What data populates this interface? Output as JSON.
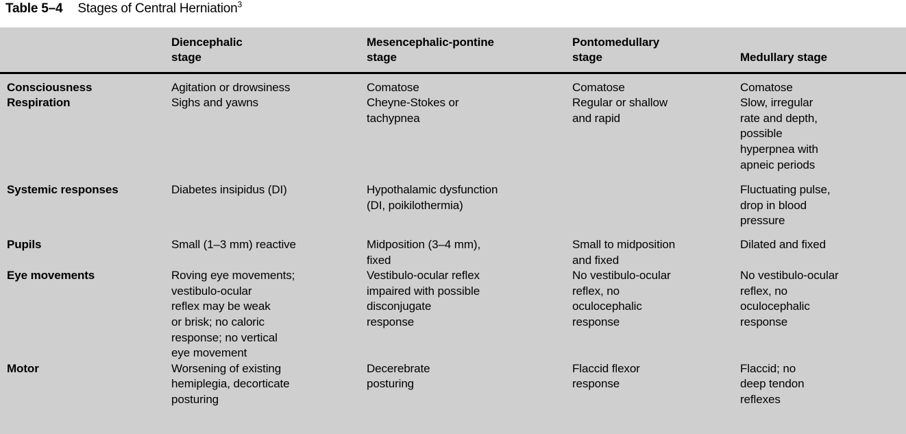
{
  "caption": {
    "label": "Table 5–4",
    "title": "Stages of Central Herniation",
    "footnote_marker": "3"
  },
  "colors": {
    "table_background": "#cfcfcf",
    "page_background": "#ffffff",
    "rule": "#000000",
    "text": "#000000"
  },
  "table": {
    "headers": [
      {
        "id": "measure",
        "label": ""
      },
      {
        "id": "diencephalic",
        "line1": "Diencephalic",
        "line2": "stage",
        "label": "Diencephalic stage"
      },
      {
        "id": "mesencephalic_pontine",
        "line1": "Mesencephalic-pontine",
        "line2": "stage",
        "label": "Mesencephalic-pontine stage"
      },
      {
        "id": "pontomedullary",
        "line1": "Pontomedullary",
        "line2": "stage",
        "label": "Pontomedullary stage"
      },
      {
        "id": "medullary",
        "line1": "",
        "line2": "Medullary stage",
        "label": "Medullary stage"
      }
    ],
    "rows": [
      {
        "label": "Consciousness",
        "diencephalic": [
          "Agitation or drowsiness"
        ],
        "mesencephalic_pontine": [
          "Comatose"
        ],
        "pontomedullary": [
          "Comatose"
        ],
        "medullary": [
          "Comatose"
        ]
      },
      {
        "label": "Respiration",
        "diencephalic": [
          "Sighs and yawns"
        ],
        "mesencephalic_pontine": [
          "Cheyne-Stokes or",
          "tachypnea"
        ],
        "pontomedullary": [
          "Regular or shallow",
          "and rapid"
        ],
        "medullary": [
          "Slow, irregular",
          "rate and depth,",
          "possible",
          "hyperpnea with",
          "apneic periods"
        ]
      },
      {
        "label": "Systemic responses",
        "diencephalic": [
          "Diabetes insipidus (DI)"
        ],
        "mesencephalic_pontine": [
          "Hypothalamic dysfunction",
          "(DI, poikilothermia)"
        ],
        "pontomedullary": [],
        "medullary": [
          "Fluctuating pulse,",
          "drop in blood",
          "pressure"
        ]
      },
      {
        "label": "Pupils",
        "diencephalic": [
          "Small (1–3 mm) reactive"
        ],
        "mesencephalic_pontine": [
          "Midposition (3–4 mm),",
          "fixed"
        ],
        "pontomedullary": [
          "Small to midposition",
          "and fixed"
        ],
        "medullary": [
          "Dilated and fixed"
        ]
      },
      {
        "label": "Eye movements",
        "diencephalic": [
          "Roving eye movements;",
          "vestibulo-ocular",
          "reflex may be weak",
          "or brisk; no caloric",
          "response; no vertical",
          "eye movement"
        ],
        "mesencephalic_pontine": [
          "Vestibulo-ocular reflex",
          "impaired with possible",
          "disconjugate",
          "response"
        ],
        "pontomedullary": [
          "No vestibulo-ocular",
          "reflex, no",
          "oculocephalic",
          "response"
        ],
        "medullary": [
          "No vestibulo-ocular",
          "reflex, no",
          "oculocephalic",
          "response"
        ]
      },
      {
        "label": "Motor",
        "diencephalic": [
          "Worsening of existing",
          "hemiplegia, decorticate",
          "posturing"
        ],
        "mesencephalic_pontine": [
          "Decerebrate",
          "posturing"
        ],
        "pontomedullary": [
          "Flaccid flexor",
          "response"
        ],
        "medullary": [
          "Flaccid; no",
          "deep tendon",
          "reflexes"
        ]
      }
    ]
  }
}
